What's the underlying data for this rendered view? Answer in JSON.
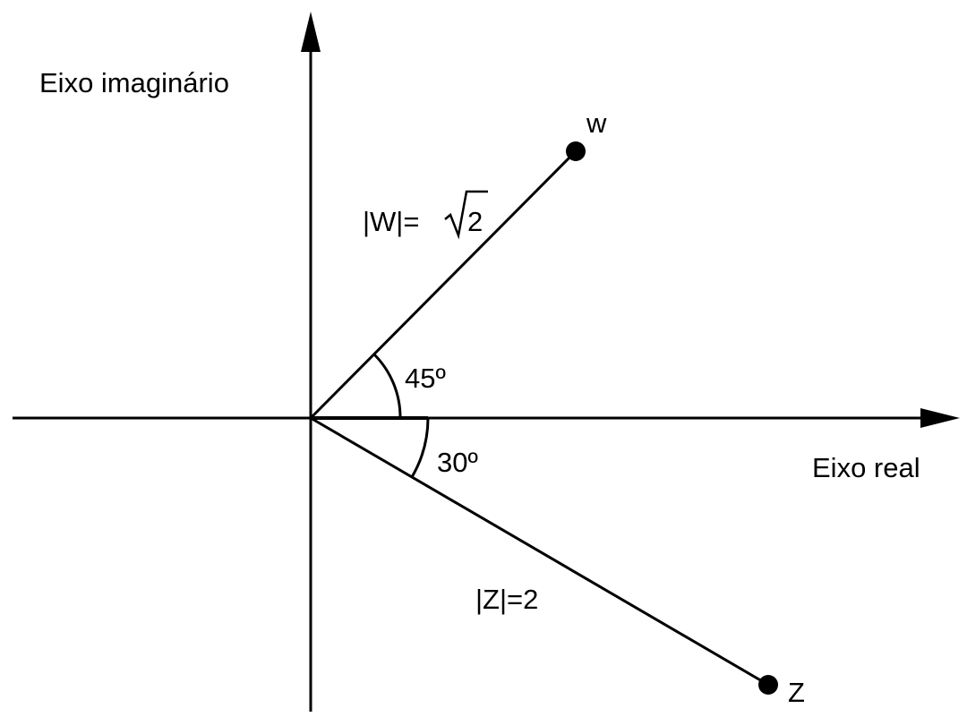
{
  "diagram": {
    "type": "argand-plane",
    "colors": {
      "stroke": "#000000",
      "background": "#ffffff"
    },
    "axes": {
      "imaginary_label": "Eixo imaginário",
      "real_label": "Eixo real"
    },
    "points": [
      {
        "name": "w",
        "label": "w",
        "modulus_label": "|W|=",
        "modulus_radicand": "2",
        "angle_label": "45º",
        "angle_deg": 45,
        "direction": "above real axis"
      },
      {
        "name": "z",
        "label": "Z",
        "modulus_label": "|Z|=2",
        "angle_label": "30º",
        "angle_deg": -30,
        "direction": "below real axis"
      }
    ]
  }
}
